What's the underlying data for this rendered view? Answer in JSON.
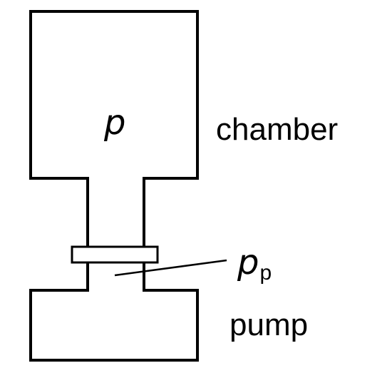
{
  "labels": {
    "chamber_pressure": "p",
    "chamber": "chamber",
    "pump_pressure_symbol": "p",
    "pump_pressure_subscript": "p",
    "pump": "pump"
  },
  "colors": {
    "stroke": "#000000",
    "background": "#ffffff"
  }
}
